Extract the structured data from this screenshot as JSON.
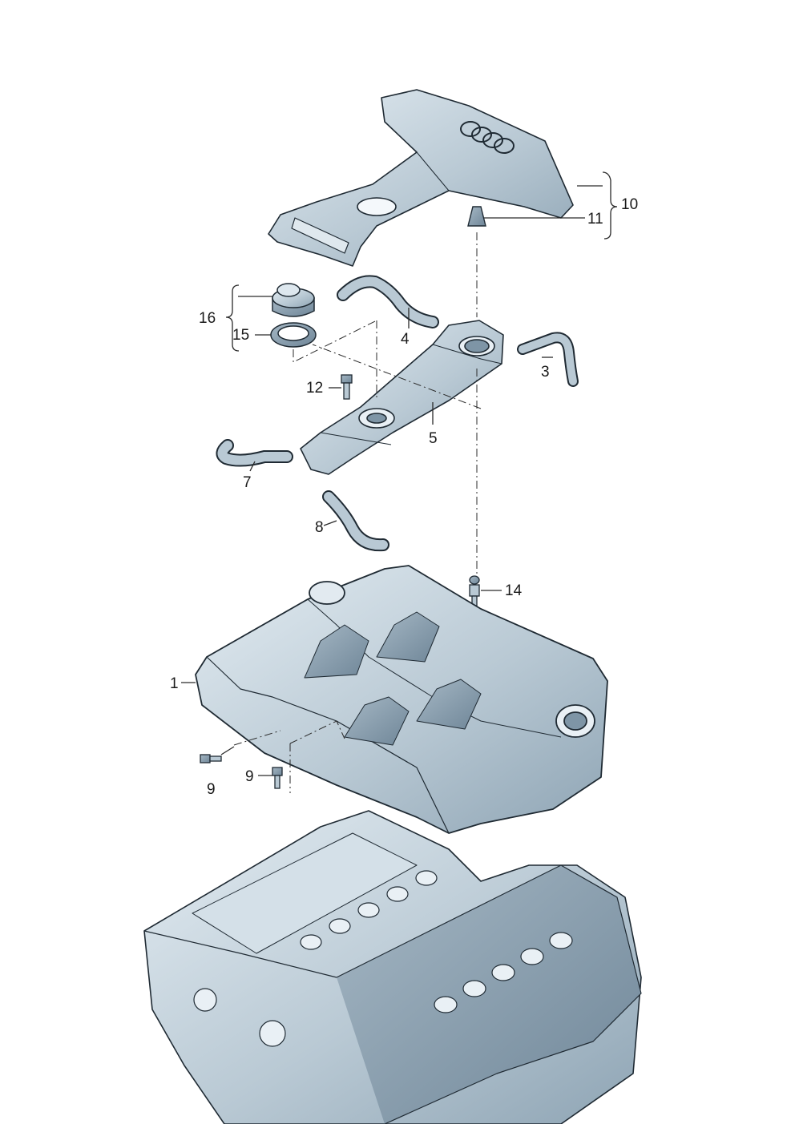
{
  "callouts": {
    "c1": "1",
    "c3": "3",
    "c4": "4",
    "c5": "5",
    "c7": "7",
    "c8": "8",
    "c9a": "9",
    "c9b": "9",
    "c10": "10",
    "c11": "11",
    "c12": "12",
    "c14": "14",
    "c15": "15",
    "c16": "16"
  },
  "colors": {
    "part_fill": "#b9c9d4",
    "part_light": "#dde7ee",
    "part_dark": "#7e95a6",
    "outline": "#1f2a33",
    "leader": "#2a2a2a"
  }
}
